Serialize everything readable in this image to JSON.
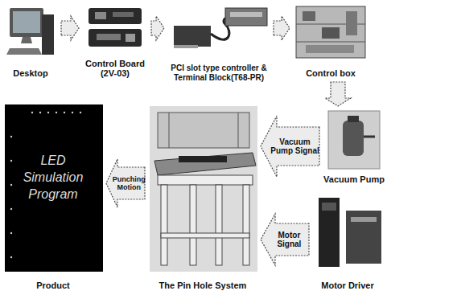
{
  "diagram": {
    "nodes": [
      {
        "text": [
          "Desktop"
        ]
      },
      {
        "text": [
          "Control Board (2V-03)"
        ]
      },
      {
        "text": [
          "PCI slot type controller & Terminal Block(T68-PR)"
        ]
      },
      {
        "text": [
          "Control box"
        ]
      },
      {
        "text": [
          "Vacuum Pump"
        ]
      },
      {
        "text": [
          "Motor Driver"
        ]
      },
      {
        "text": [
          "The Pin Hole System"
        ]
      },
      {
        "text": [
          "Product",
          "LED Simulation Program"
        ]
      }
    ],
    "edges": [
      {
        "from": 0,
        "to": 1,
        "arrow": "to"
      },
      {
        "from": 1,
        "to": 2,
        "arrow": "to"
      },
      {
        "from": 2,
        "to": 3,
        "arrow": "to"
      },
      {
        "from": 3,
        "to": 4,
        "arrow": "to"
      },
      {
        "from": 4,
        "to": 6,
        "label": "Vacuum Pump Signal",
        "arrow": "to"
      },
      {
        "from": 5,
        "to": 6,
        "label": "Motor Signal",
        "arrow": "to"
      },
      {
        "from": 6,
        "to": 7,
        "label": "Punching Motion",
        "arrow": "to"
      }
    ]
  }
}
